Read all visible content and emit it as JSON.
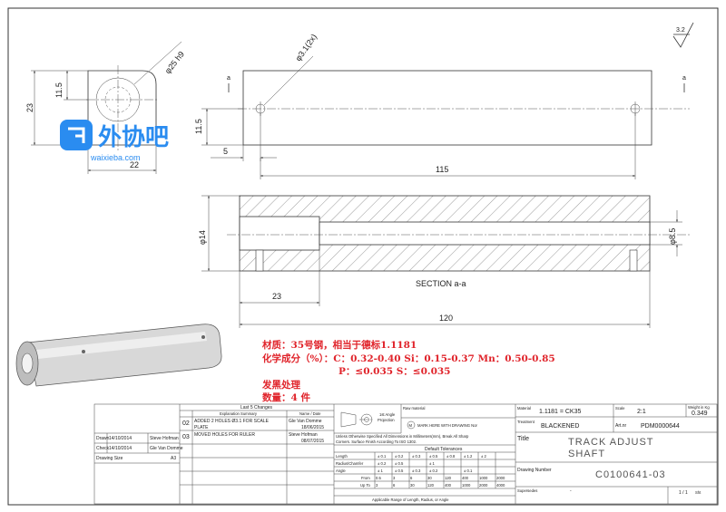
{
  "surface_roughness": "3.2",
  "watermark": {
    "name": "外协吧",
    "url": "waixieba.com"
  },
  "end_view": {
    "dims": {
      "height": "23",
      "half_height": "11.5",
      "width": "22",
      "bore": "φ25 h9"
    }
  },
  "side_view": {
    "dims": {
      "hole": "φ3.1(2x)",
      "hole_height": "11.5",
      "hole_offset": "5",
      "hole_spacing": "115"
    },
    "section_marker": "a"
  },
  "section_view": {
    "dims": {
      "outer": "φ14",
      "inner": "φ8.5",
      "bore_depth": "23",
      "length": "120"
    },
    "label": "SECTION a-a"
  },
  "notes": {
    "material": "材质：35号钢，相当于德标1.1181",
    "composition_1": "化学成分（%）：C：0.32-0.40 Si：0.15-0.37 Mn：0.50-0.85",
    "composition_2": "P：≤0.035 S：≤0.035",
    "treatment": "发黑处理",
    "quantity": "数量：4 件"
  },
  "title_block": {
    "last5_title": "Last 5 Changes",
    "col_summary": "Explanation Summary",
    "col_name_date": "Name / Date",
    "changes": [
      {
        "rev": "02",
        "summary_1": "ADDED 2 HOLES Ø3.1 FOR SCALE",
        "summary_2": "PLATE",
        "name": "Gle Van Domme",
        "date": "18/06/2015"
      },
      {
        "rev": "03",
        "summary_1": "MOVED HOLES FOR RULER",
        "summary_2": "",
        "name": "Steve Hofman",
        "date": "08/07/2015"
      }
    ],
    "drawn_label": "Drawn",
    "drawn_date": "14/10/2014",
    "drawn_by": "Steve Hofman",
    "check_label": "Check",
    "check_date": "14/10/2014",
    "check_by": "Gle Van Domme",
    "drawing_size_label": "Drawing Size",
    "drawing_size": "A3",
    "projection_1": "1st Angle",
    "projection_2": "Projection",
    "raw_material_label": "Raw material",
    "mark_here": "MARK HERE WITH DRAWING Nor",
    "unless_1": "Unless Otherwise Specified All Dimensions in Millimeters(mm), Break All Sharp",
    "unless_2": "Corners. Surface Finish According To ISO 1302.",
    "tol_title": "Default Tolerances",
    "tol_rows": [
      {
        "label": "Length",
        "cells": [
          "± 0.1",
          "± 0.2",
          "± 0.3",
          "± 0.5",
          "± 0.8",
          "± 1.2",
          "± 2"
        ]
      },
      {
        "label": "Radius/Chamfer",
        "cells": [
          "± 0.2",
          "± 0.5",
          "",
          "± 1",
          "",
          "",
          ""
        ]
      },
      {
        "label": "Angle",
        "cells": [
          "± 1",
          "± 0.5",
          "± 0.3",
          "± 0.2",
          "",
          "± 0.1",
          ""
        ]
      }
    ],
    "from_label": "From",
    "from_values": [
      "0.5",
      "3",
      "6",
      "30",
      "120",
      "400",
      "1000",
      "2000"
    ],
    "upto_label": "Up To",
    "upto_values": [
      "3",
      "6",
      "30",
      "120",
      "400",
      "1000",
      "2000",
      "4000"
    ],
    "applicable": "Applicable Range of Length, Radius, or Angle",
    "material_label": "Material",
    "material": "1.1181 = CK35",
    "scale_label": "Scale",
    "scale": "2:1",
    "weight_label": "Weight in Kg",
    "weight": "0.349",
    "treatment_label": "Treatment",
    "treatment": "BLACKENED",
    "art_label": "Art.nr",
    "art": "PDM0000644",
    "title_label": "Title",
    "title_1": "TRACK ADJUST",
    "title_2": "SHAFT",
    "drawing_number_label": "Drawing Number",
    "drawing_number": "C0100641-03",
    "supersedes_label": "Supersedes",
    "supersedes": "-",
    "sheet": "1 / 1",
    "sheet_label": "Sht"
  }
}
